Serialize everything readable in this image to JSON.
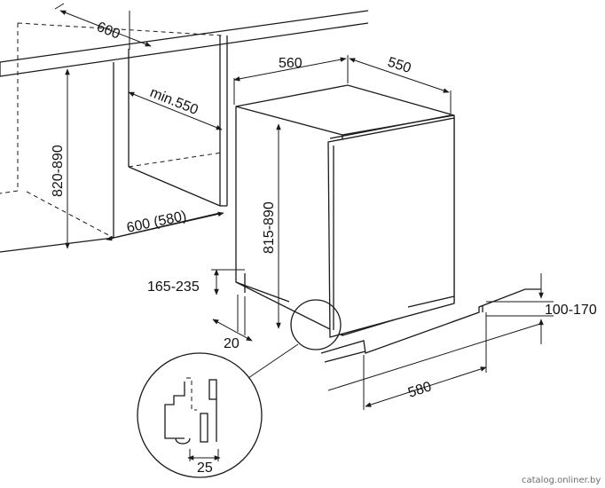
{
  "dimensions": {
    "cabinet_depth": "600",
    "min_niche_depth": "min.550",
    "niche_height": "820-890",
    "niche_width": "600 (580)",
    "appliance_width": "560",
    "appliance_depth": "550",
    "appliance_height": "815-890",
    "plinth_height_range": "165-235",
    "plinth_recess": "20",
    "toe_kick_height": "100-170",
    "base_width": "580",
    "detail_offset": "25"
  },
  "watermark": "catalog.onliner.by",
  "colors": {
    "line": "#1a1a1a",
    "text": "#111111",
    "watermark": "#6e6e6e"
  }
}
